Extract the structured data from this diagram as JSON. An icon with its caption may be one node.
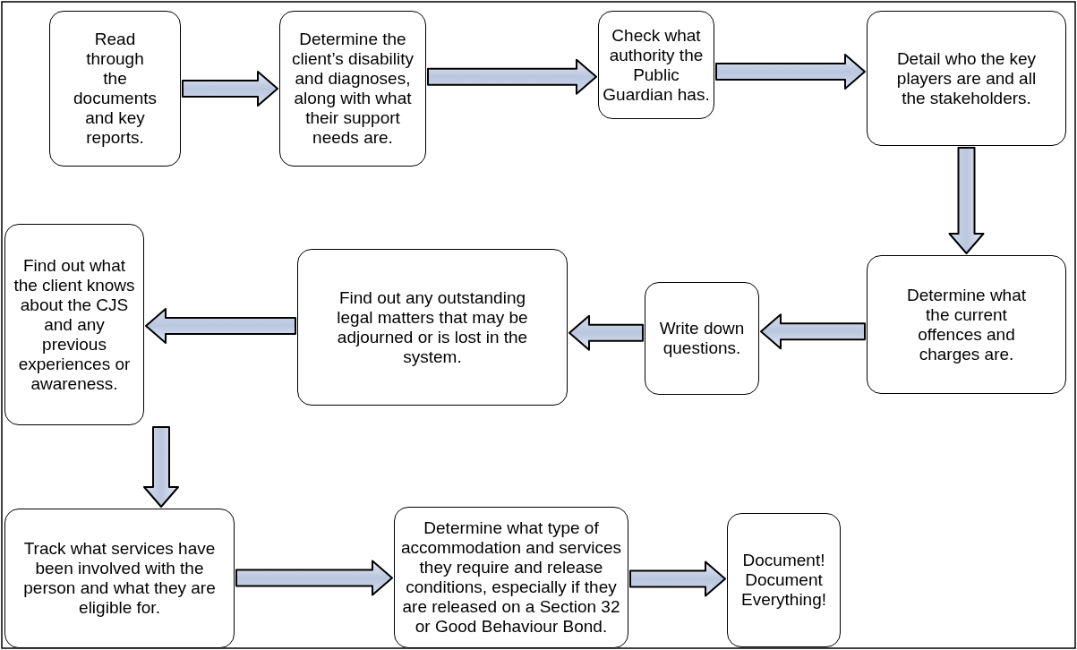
{
  "diagram": {
    "nodes": [
      {
        "text": [
          "Read through the documents and key reports."
        ]
      },
      {
        "text": [
          "Determine the client’s disability and diagnoses, along with what their support needs are."
        ]
      },
      {
        "text": [
          "Check what authority the Public Guardian has."
        ]
      },
      {
        "text": [
          "Detail who the key players are and all the stakeholders."
        ]
      },
      {
        "text": [
          "Determine what the current offences and charges are."
        ]
      },
      {
        "text": [
          "Write down questions."
        ]
      },
      {
        "text": [
          "Find out any outstanding legal matters that may be adjourned or is lost in the system."
        ]
      },
      {
        "text": [
          "Find out what the client knows about the CJS and any previous experiences or awareness."
        ]
      },
      {
        "text": [
          "Track what services have been involved with the person and what they are eligible for."
        ]
      },
      {
        "text": [
          "Determine what type of accommodation and services they require and release conditions, especially if they are released on a Section 32 or Good Behaviour Bond."
        ]
      },
      {
        "text": [
          "Document! Document Everything!"
        ]
      }
    ],
    "edges": [
      {
        "from": 0,
        "to": 1,
        "arrow": "to"
      },
      {
        "from": 1,
        "to": 2,
        "arrow": "to"
      },
      {
        "from": 2,
        "to": 3,
        "arrow": "to"
      },
      {
        "from": 3,
        "to": 4,
        "arrow": "to"
      },
      {
        "from": 4,
        "to": 5,
        "arrow": "to"
      },
      {
        "from": 5,
        "to": 6,
        "arrow": "to"
      },
      {
        "from": 6,
        "to": 7,
        "arrow": "to"
      },
      {
        "from": 7,
        "to": 8,
        "arrow": "to"
      },
      {
        "from": 8,
        "to": 9,
        "arrow": "to"
      },
      {
        "from": 9,
        "to": 10,
        "arrow": "to"
      }
    ]
  }
}
